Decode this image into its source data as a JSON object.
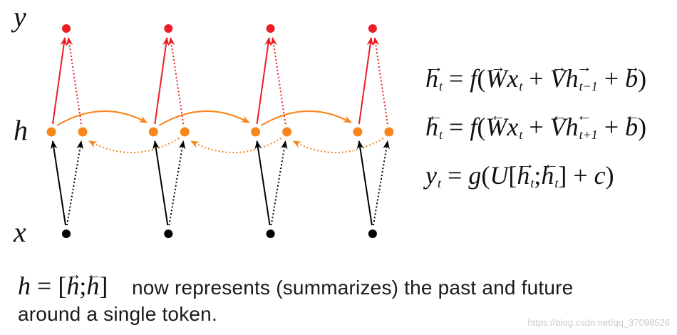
{
  "diagram": {
    "row_labels": {
      "output": "y",
      "hidden": "h",
      "input": "x"
    },
    "timesteps": 4,
    "colors": {
      "output": "#ec1c24",
      "hidden": "#f7861d",
      "input": "#000000",
      "output_arrow": "#ec1c24",
      "recurrent_arrow": "#f7861d",
      "input_arrow": "#000000"
    }
  },
  "equations": [
    [
      {
        "text": "h",
        "accent": "→",
        "sub": "t"
      },
      {
        "text": " = "
      },
      {
        "text": "f"
      },
      {
        "text": "("
      },
      {
        "text": "W",
        "accent": "→"
      },
      {
        "text": "x",
        "sub": "t"
      },
      {
        "text": " + "
      },
      {
        "text": "V",
        "accent": "→"
      },
      {
        "text": "h",
        "accent": "→",
        "sub": "t−1"
      },
      {
        "text": " + "
      },
      {
        "text": "b",
        "accent": "→"
      },
      {
        "text": ")"
      }
    ],
    [
      {
        "text": "h",
        "accent": "←",
        "sub": "t"
      },
      {
        "text": " = "
      },
      {
        "text": "f"
      },
      {
        "text": "("
      },
      {
        "text": "W",
        "accent": "←"
      },
      {
        "text": "x",
        "sub": "t"
      },
      {
        "text": " + "
      },
      {
        "text": "V",
        "accent": "←"
      },
      {
        "text": "h",
        "accent": "←",
        "sub": "t+1"
      },
      {
        "text": " + "
      },
      {
        "text": "b",
        "accent": "←"
      },
      {
        "text": ")"
      }
    ],
    [
      {
        "text": "y",
        "sub": "t"
      },
      {
        "text": " = "
      },
      {
        "text": "g"
      },
      {
        "text": "("
      },
      {
        "text": "U"
      },
      {
        "text": "["
      },
      {
        "text": "h",
        "accent": "→",
        "sub": "t"
      },
      {
        "text": ";"
      },
      {
        "text": "h",
        "accent": "←",
        "sub": "t"
      },
      {
        "text": "]"
      },
      {
        "text": " + "
      },
      {
        "text": "c"
      },
      {
        "text": ")"
      }
    ]
  ],
  "caption": {
    "math": [
      {
        "text": "h"
      },
      {
        "text": " = "
      },
      {
        "text": "["
      },
      {
        "text": "h",
        "accent": "→"
      },
      {
        "text": ";"
      },
      {
        "text": "h",
        "accent": "←"
      },
      {
        "text": "]"
      }
    ],
    "line1": "now represents (summarizes) the past and future",
    "line2": "around a single token."
  },
  "watermark": "https://blog.csdn.net/qq_37098526"
}
